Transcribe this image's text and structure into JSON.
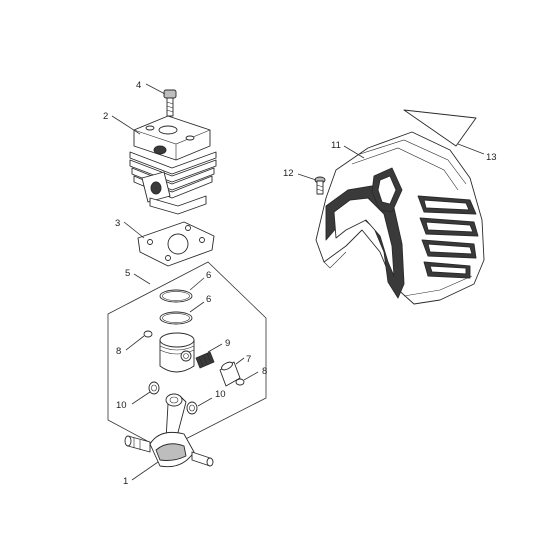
{
  "callouts": [
    "1",
    "2",
    "3",
    "4",
    "5",
    "6",
    "6",
    "7",
    "8",
    "8",
    "9",
    "10",
    "10",
    "11",
    "12",
    "13"
  ],
  "colors": {
    "line": "#333333",
    "dark_part": "#3a3a3a",
    "grey_part": "#bdbdbd"
  }
}
